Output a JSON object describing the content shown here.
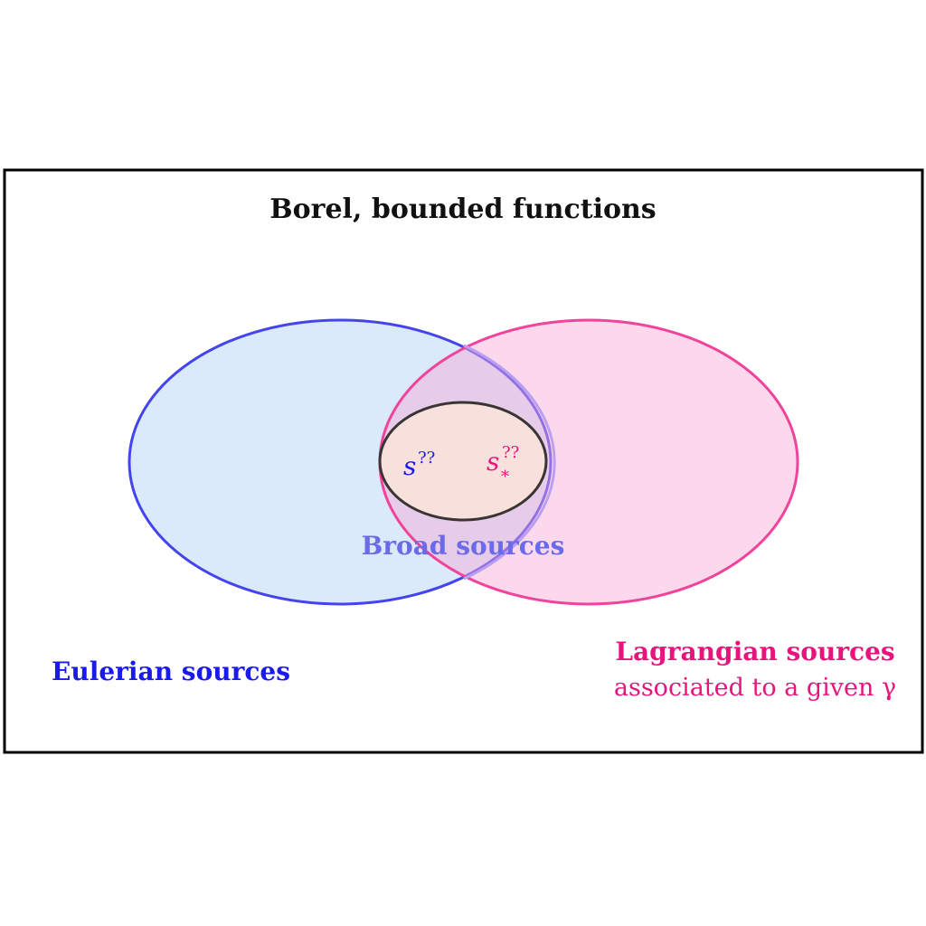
{
  "diagram": {
    "universe_label": "Borel, bounded functions",
    "eulerian_label": "Eulerian sources",
    "lagrangian_label": "Lagrangian sources",
    "lagrangian_sublabel": "associated to a given γ",
    "broad_label": "Broad sources",
    "inner_symbol_left": {
      "base": "s",
      "superscript": "??"
    },
    "inner_symbol_right": {
      "base": "s",
      "superscript": "??",
      "subscript": "*"
    }
  },
  "colors": {
    "frame": "#000000",
    "eulerian_stroke": "#4444ee",
    "eulerian_fill": "#dbeafb",
    "eulerian_text": "#1a1aee",
    "lagrangian_stroke": "#f0439b",
    "lagrangian_fill": "#fcd6eb",
    "lagrangian_text": "#e8147d",
    "broad_text": "#6b6bea",
    "inner_stroke": "#3a3434",
    "inner_fill": "#f8e1dc"
  }
}
